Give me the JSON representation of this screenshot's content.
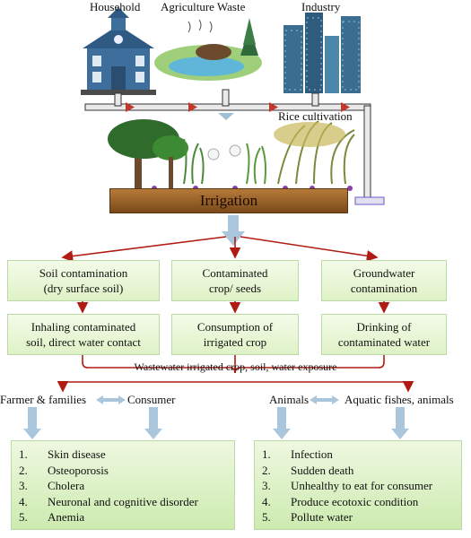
{
  "sources": {
    "household": "Household",
    "agriculture": "Agriculture Waste",
    "industry": "Industry",
    "rice": "Rice cultivation"
  },
  "irrigation": "Irrigation",
  "impacts": [
    {
      "top": "Soil contamination\n(dry surface soil)",
      "bottom": "Inhaling contaminated\nsoil, direct water contact"
    },
    {
      "top": "Contaminated\ncrop/ seeds",
      "bottom": "Consumption of\nirrigated crop"
    },
    {
      "top": "Groundwater\ncontamination",
      "bottom": "Drinking of\ncontaminated water"
    }
  ],
  "exposure": "Wastewater irrigated crop,  soil, water exposure",
  "groups": {
    "farmer": "Farmer & families",
    "consumer": "Consumer",
    "animals": "Animals",
    "aquatic": "Aquatic fishes, animals"
  },
  "human_effects": [
    "Skin disease",
    "Osteoporosis",
    "Cholera",
    "Neuronal and cognitive disorder",
    "Anemia"
  ],
  "animal_effects": [
    "Infection",
    "Sudden death",
    "Unhealthy to eat for consumer",
    "Produce ecotoxic condition",
    "Pollute water"
  ],
  "colors": {
    "arrow_red": "#b01c14",
    "box_green": "#dff2c6",
    "arrow_blue": "#a9c6dc",
    "soil_brown": "#8b5a28"
  }
}
